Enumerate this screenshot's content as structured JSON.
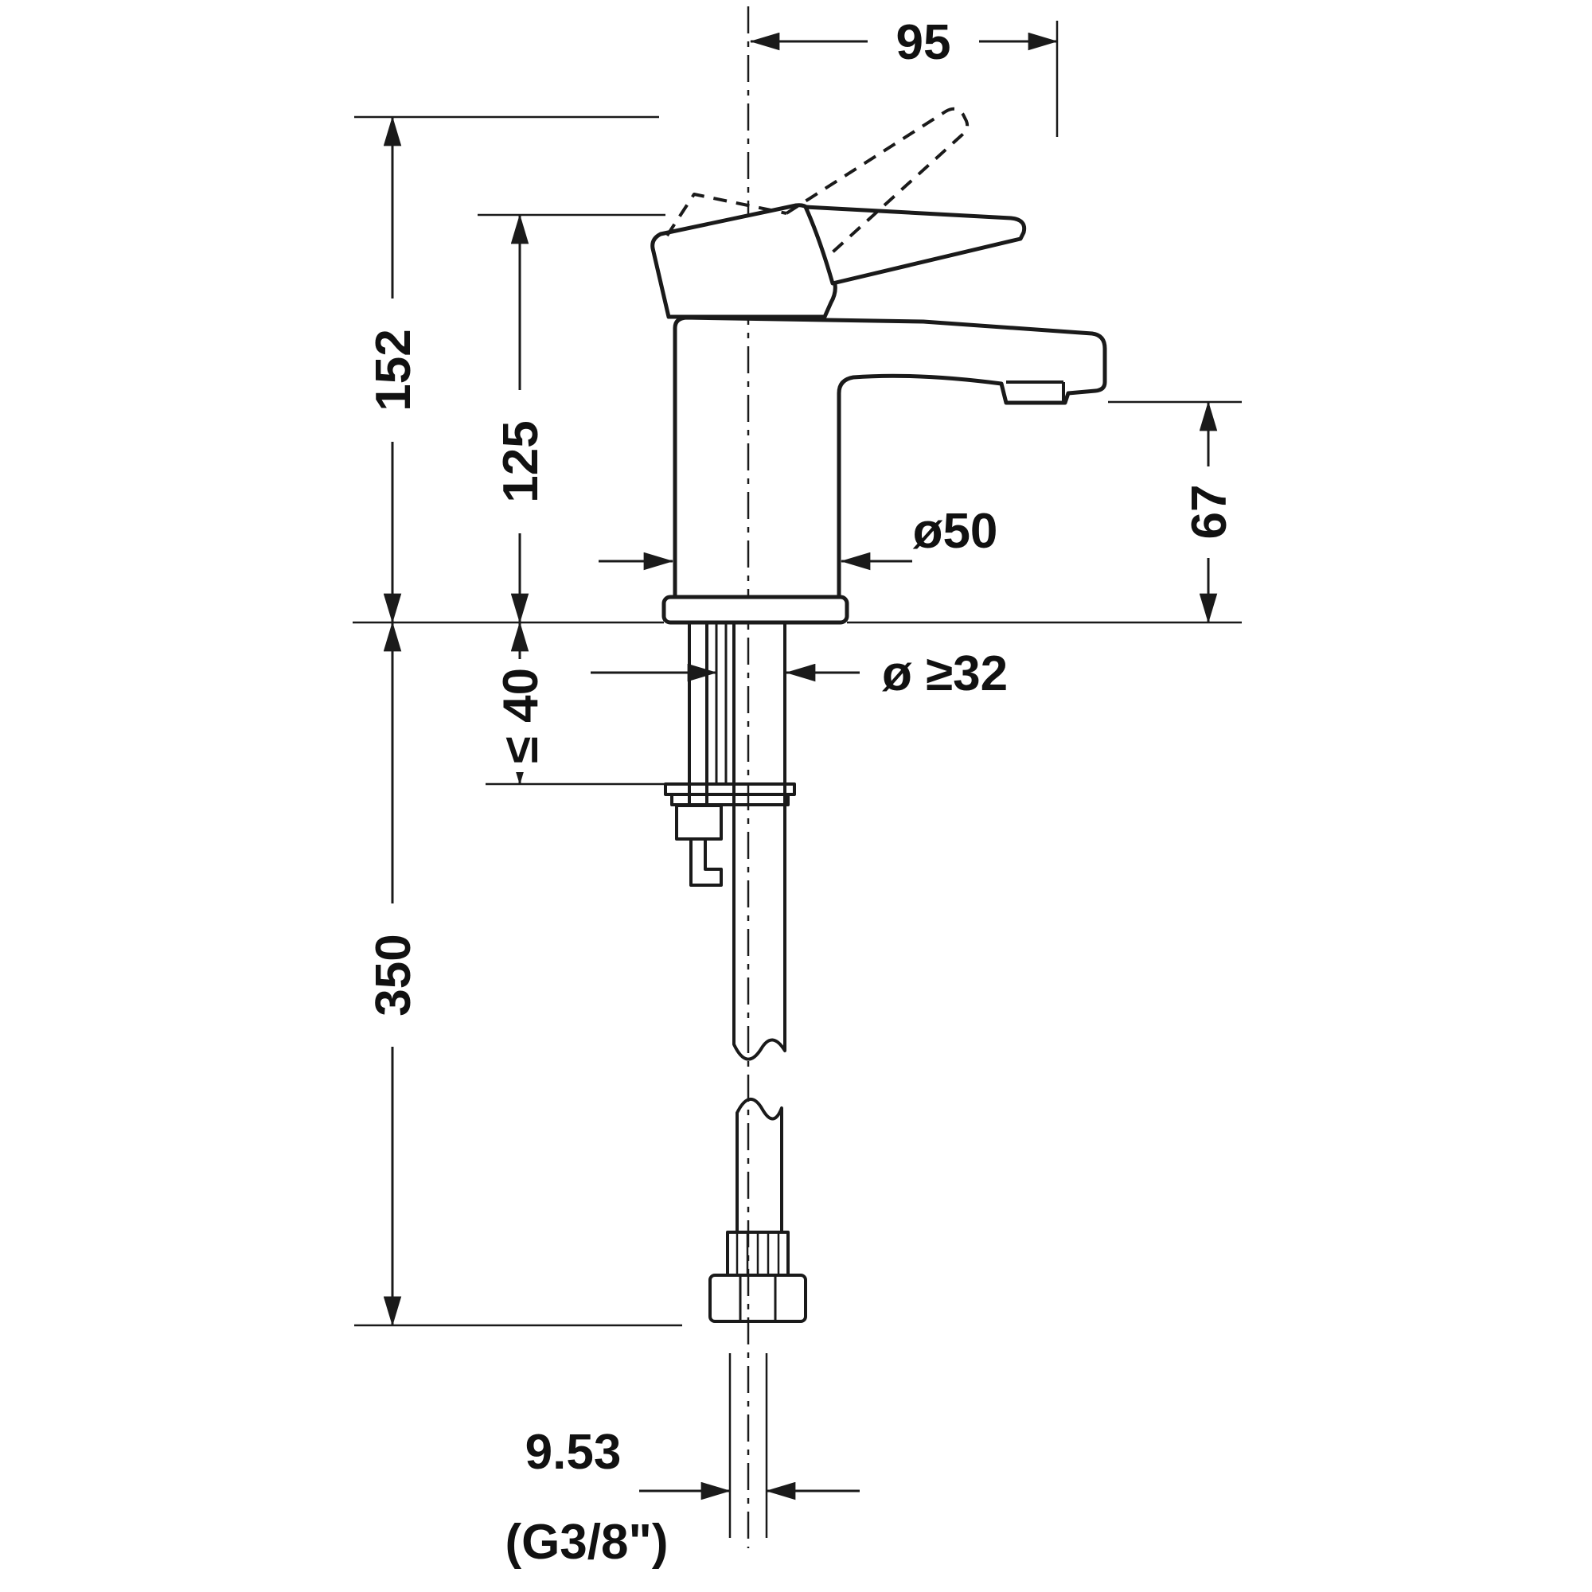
{
  "page": {
    "background_color": "#ffffff",
    "line_color": "#1a1a1a",
    "description": "Technical dimensional drawing of a single-lever basin mixer faucet with flexible supply hose"
  },
  "drawing": {
    "dimensions": {
      "spout_reach": "95",
      "total_height": "152",
      "height_to_handle": "125",
      "body_diameter": "ø50",
      "spout_outlet_height": "67",
      "hole_diameter": "ø ≥32",
      "max_deck_thickness": "≤ 40",
      "hose_length": "350",
      "thread_diameter": "9.53",
      "thread_size": "(G3/8\")"
    }
  }
}
